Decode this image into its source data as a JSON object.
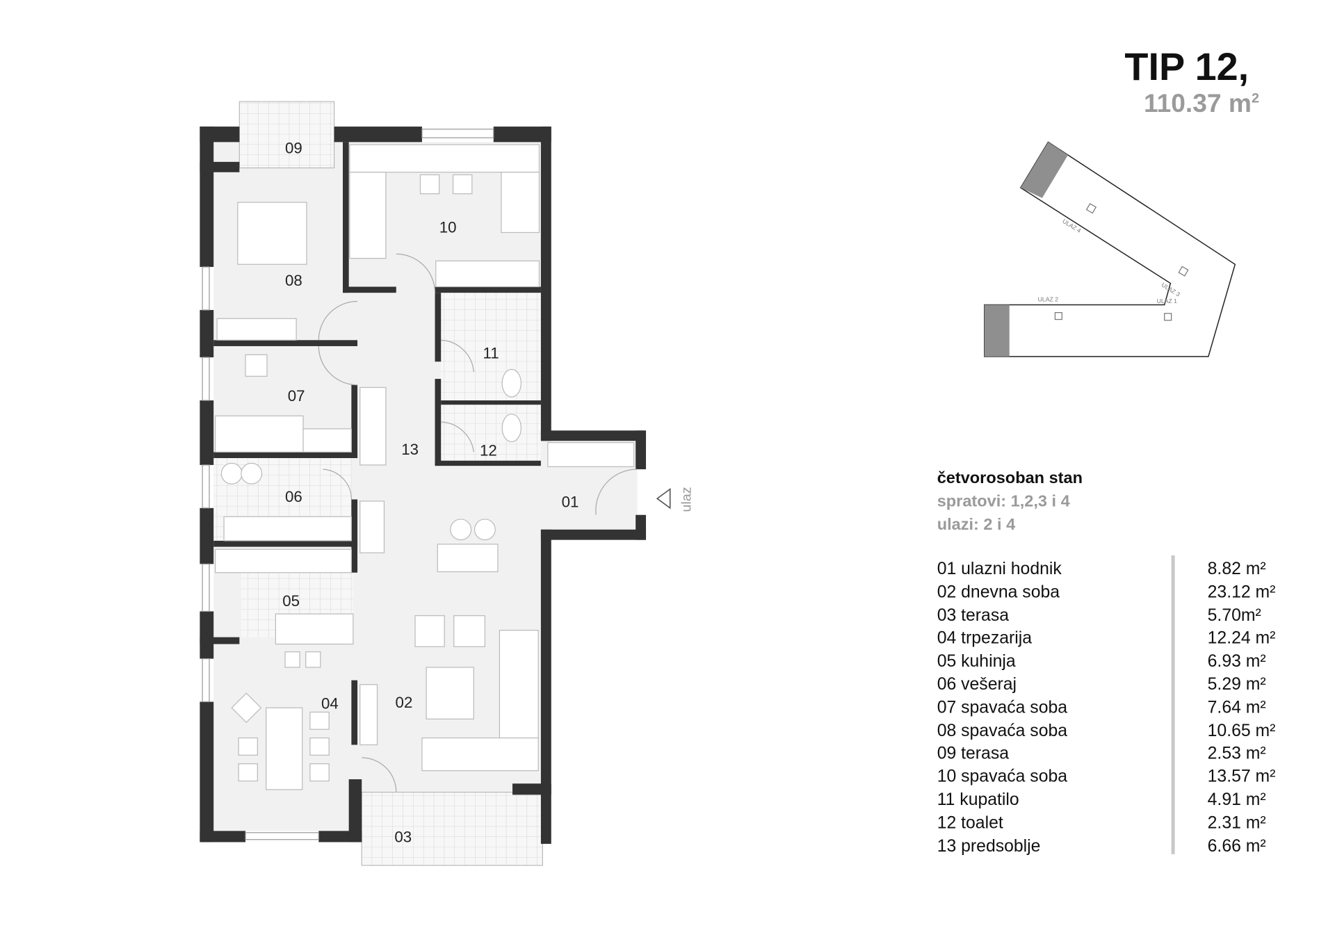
{
  "header": {
    "title": "TIP 12,",
    "area": "110.37 m",
    "area_unit_sup": "2"
  },
  "info": {
    "type": "četvorosoban stan",
    "floors": "spratovi: 1,2,3 i 4",
    "entrances": "ulazi: 2 i 4"
  },
  "rooms": [
    {
      "label": "01 ulazni hodnik",
      "area": "8.82 m²"
    },
    {
      "label": "02 dnevna soba",
      "area": "23.12 m²"
    },
    {
      "label": "03 terasa",
      "area": "5.70m²"
    },
    {
      "label": "04 trpezarija",
      "area": "12.24 m²"
    },
    {
      "label": "05 kuhinja",
      "area": "6.93 m²"
    },
    {
      "label": "06 vešeraj",
      "area": "5.29 m²"
    },
    {
      "label": "07 spavaća soba",
      "area": "7.64 m²"
    },
    {
      "label": "08 spavaća soba",
      "area": "10.65 m²"
    },
    {
      "label": "09 terasa",
      "area": "2.53 m²"
    },
    {
      "label": "10 spavaća soba",
      "area": "13.57 m²"
    },
    {
      "label": "11 kupatilo",
      "area": "4.91 m²"
    },
    {
      "label": "12 toalet",
      "area": "2.31 m²"
    },
    {
      "label": "13 predsoblje",
      "area": "6.66 m²"
    }
  ],
  "plan": {
    "labels": {
      "r01": "01",
      "r02": "02",
      "r03": "03",
      "r04": "04",
      "r05": "05",
      "r06": "06",
      "r07": "07",
      "r08": "08",
      "r09": "09",
      "r10": "10",
      "r11": "11",
      "r12": "12",
      "r13": "13"
    },
    "entrance": "ulaz"
  },
  "keyplan": {
    "ulaz1": "ULAZ 1",
    "ulaz2": "ULAZ 2",
    "ulaz3": "ULAZ 3",
    "ulaz4": "ULAZ 4"
  },
  "colors": {
    "wall": "#333333",
    "text_grey": "#9a9a9a",
    "highlight": "#8f8f8f"
  }
}
